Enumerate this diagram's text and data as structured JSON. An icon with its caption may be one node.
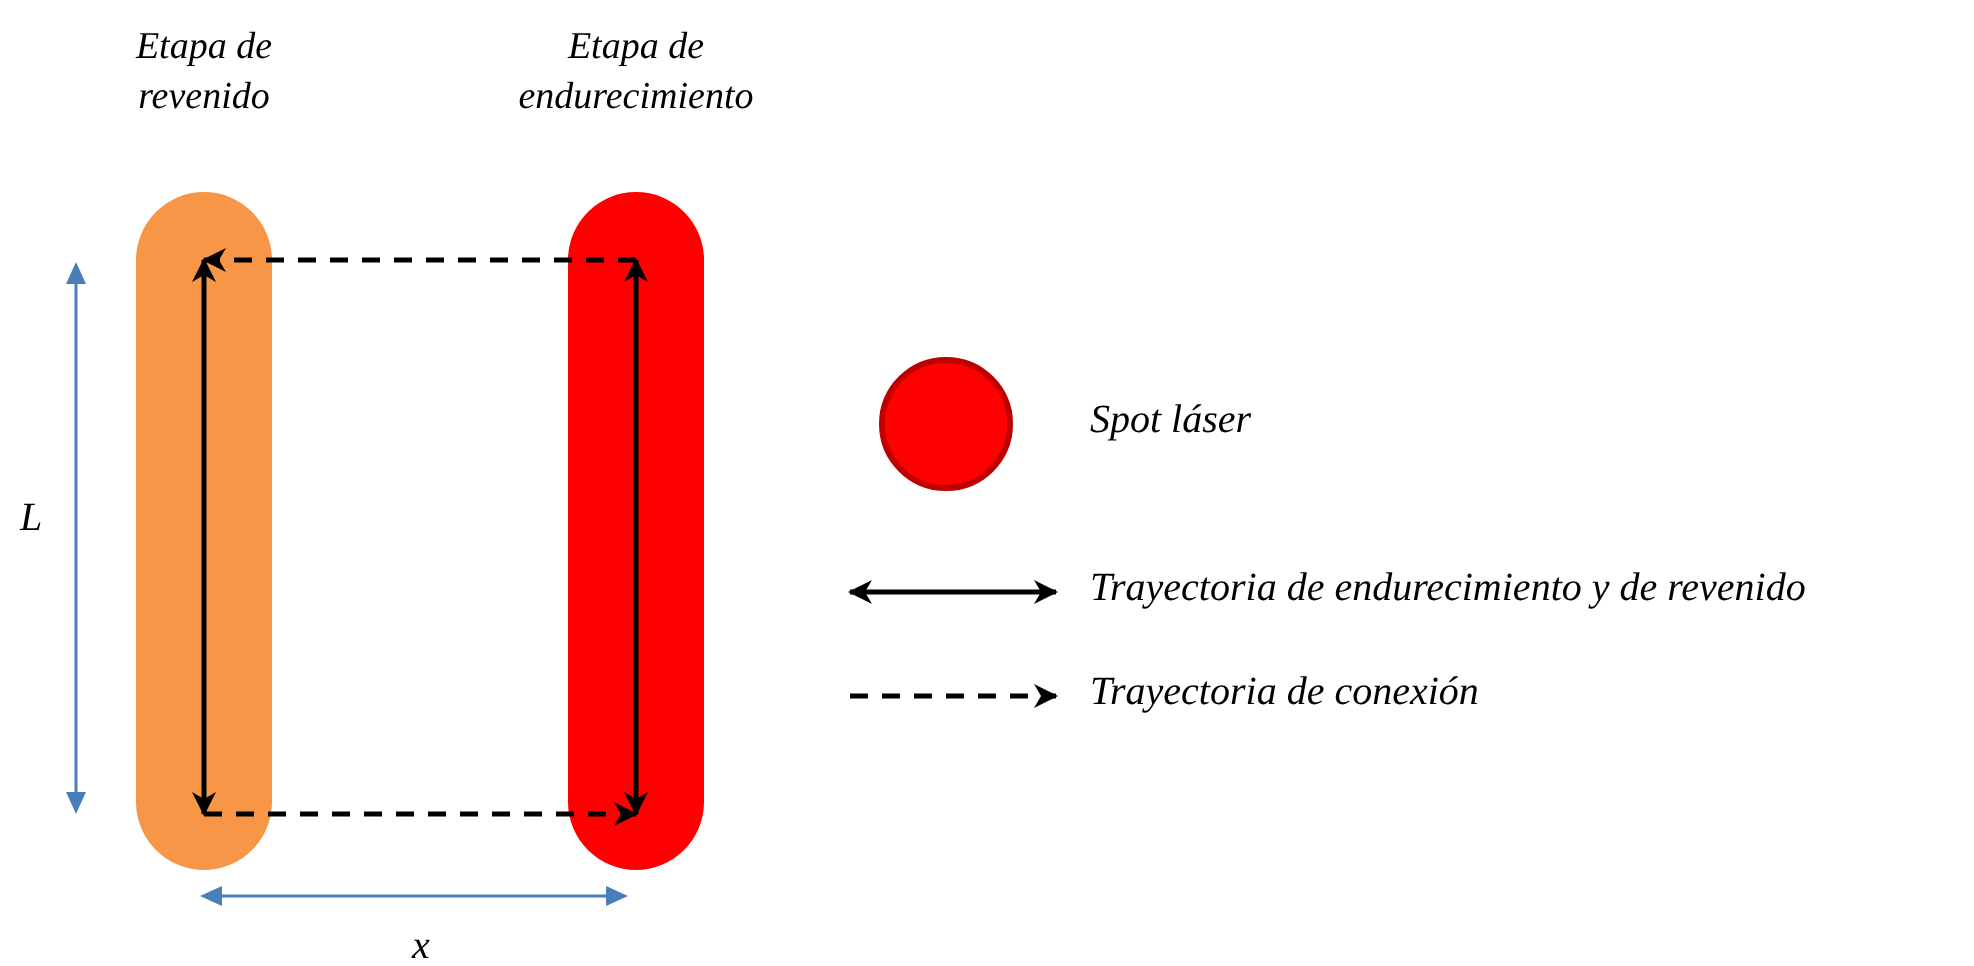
{
  "diagram": {
    "nodes": [
      {
        "text": [
          "Etapa de revenido"
        ]
      },
      {
        "text": [
          "Etapa de endurecimiento"
        ]
      }
    ],
    "edges": [
      {
        "from": 1,
        "to": 0,
        "arrow": "to",
        "style": "dashed"
      },
      {
        "from": 0,
        "to": 1,
        "arrow": "to",
        "style": "dashed"
      }
    ],
    "labels": [
      "L",
      "x"
    ],
    "legend": [
      {
        "text": "Spot láser",
        "color": "#ff0000"
      },
      {
        "text": "Trayectoria de endurecimiento y de revenido"
      },
      {
        "text": "Trayectoria de conexión"
      }
    ]
  }
}
